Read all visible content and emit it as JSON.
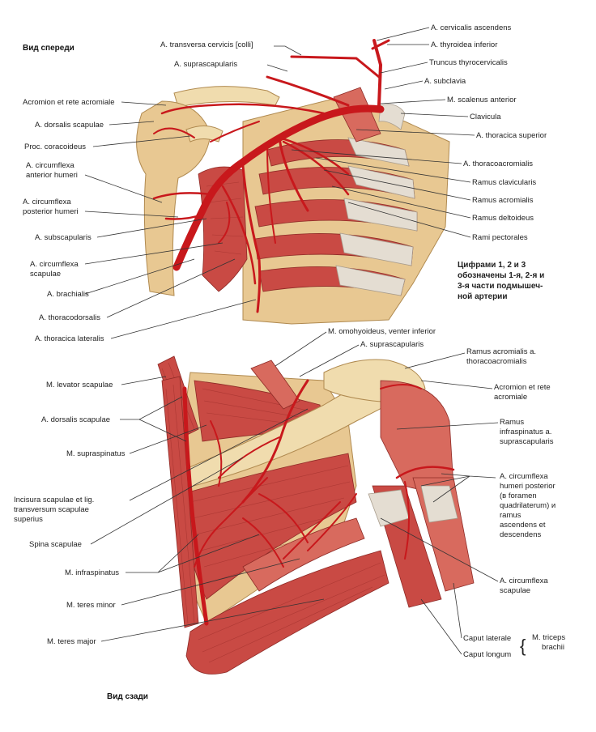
{
  "titles": {
    "anterior": "Вид спереди",
    "posterior": "Вид сзади"
  },
  "note": {
    "line1": "Цифрами 1, 2 и 3",
    "line2": "обозначены 1-я, 2-я и",
    "line3": "3-я части подмышеч-",
    "line4": "ной артерии"
  },
  "anterior_view": {
    "right_labels": [
      "A. cervicalis ascendens",
      "A. thyroidea inferior",
      "Truncus thyrocervicalis",
      "A. subclavia",
      "M. scalenus anterior",
      "Clavicula",
      "A. thoracica superior",
      "A. thoracoacromialis",
      "Ramus clavicularis",
      "Ramus acromialis",
      "Ramus deltoideus",
      "Rami pectorales"
    ],
    "top_labels": [
      "A. transversa cervicis [colli]",
      "A. suprascapularis"
    ],
    "left_labels": [
      "Acromion et rete acromiale",
      "A. dorsalis scapulae",
      "Proc. coracoideus",
      "A. circumflexa",
      "anterior humeri",
      "A. circumflexa",
      "posterior humeri",
      "A. subscapularis",
      "A. circumflexa",
      "scapulae",
      "A. brachialis",
      "A. thoracodorsalis",
      "A. thoracica lateralis"
    ]
  },
  "posterior_view": {
    "top_labels": [
      "M. omohyoideus, venter inferior",
      "A. suprascapularis"
    ],
    "right_labels": [
      "Ramus acromialis a.",
      "thoracoacromialis",
      "Acromion et rete",
      "acromiale",
      "Ramus",
      "infraspinatus a.",
      "suprascapularis",
      "A. circumflexa",
      "humeri posterior",
      "(в foramen",
      "quadrilaterum) и",
      "ramus",
      "ascendens et",
      "descendens",
      "A. circumflexa",
      "scapulae"
    ],
    "left_labels": [
      "M. levator scapulae",
      "A. dorsalis scapulae",
      "M. supraspinatus",
      "Incisura scapulae et lig.",
      "transversum scapulae",
      "superius",
      "Spina scapulae",
      "M. infraspinatus",
      "M. teres minor",
      "M. teres major"
    ],
    "triceps": {
      "caput_laterale": "Caput laterale",
      "caput_longum": "Caput longum",
      "muscle_line1": "M. triceps",
      "muscle_line2": "brachii"
    }
  },
  "colors": {
    "artery": "#c8181c",
    "muscle": "#c94a44",
    "bone": "#e8c892",
    "cartilage": "#d9d6d0"
  }
}
